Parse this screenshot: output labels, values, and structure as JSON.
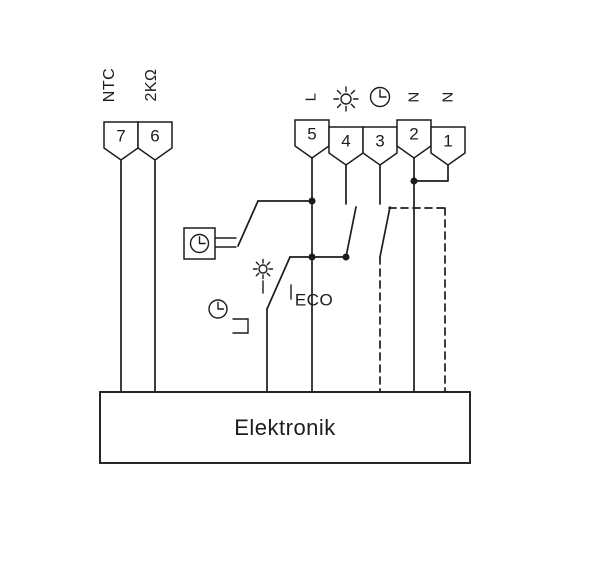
{
  "diagram": {
    "background": "#ffffff",
    "line_color": "#1c1c1c",
    "sensor": {
      "type_label": "NTC",
      "value_label": "2KΩ"
    },
    "terminals_left": [
      {
        "number": "7"
      },
      {
        "number": "6"
      }
    ],
    "terminals_right": [
      {
        "number": "5",
        "marking": "L"
      },
      {
        "number": "4",
        "marking": "sun-icon"
      },
      {
        "number": "3",
        "marking": "clock-icon"
      },
      {
        "number": "2",
        "marking": "N"
      },
      {
        "number": "1",
        "marking": "N"
      }
    ],
    "switch_labels": {
      "eco": "ECO"
    },
    "electronics_box_label": "Elektronik"
  }
}
